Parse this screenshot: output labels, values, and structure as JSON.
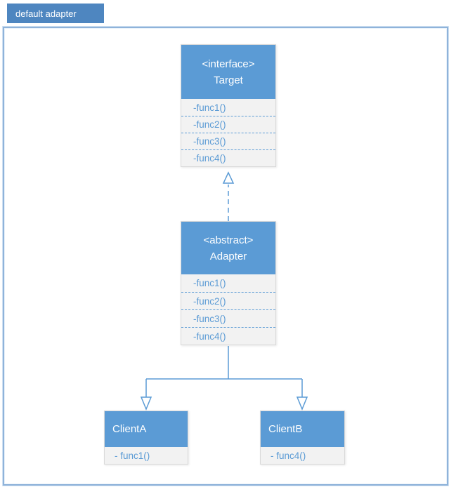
{
  "tab": {
    "label": "default adapter"
  },
  "colors": {
    "tab_blue": "#4e86c0",
    "header_blue": "#5b9bd5",
    "body_gray": "#f2f2f2",
    "text_blue": "#5b9bd5",
    "line_blue": "#5b9bd5",
    "frame_border": "#8fb3da",
    "box_border": "#d9d9d9",
    "white": "#ffffff"
  },
  "classes": [
    {
      "id": "target",
      "stereotype": "<interface>",
      "name": "Target",
      "methods": [
        "-func1()",
        "-func2()",
        "-func3()",
        "-func4()"
      ]
    },
    {
      "id": "adapter",
      "stereotype": "<abstract>",
      "name": "Adapter",
      "methods": [
        "-func1()",
        "-func2()",
        "-func3()",
        "-func4()"
      ]
    },
    {
      "id": "clienta",
      "stereotype": "",
      "name": "ClientA",
      "methods": [
        "- func1()"
      ]
    },
    {
      "id": "clientb",
      "stereotype": "",
      "name": "ClientB",
      "methods": [
        "- func4()"
      ]
    }
  ]
}
